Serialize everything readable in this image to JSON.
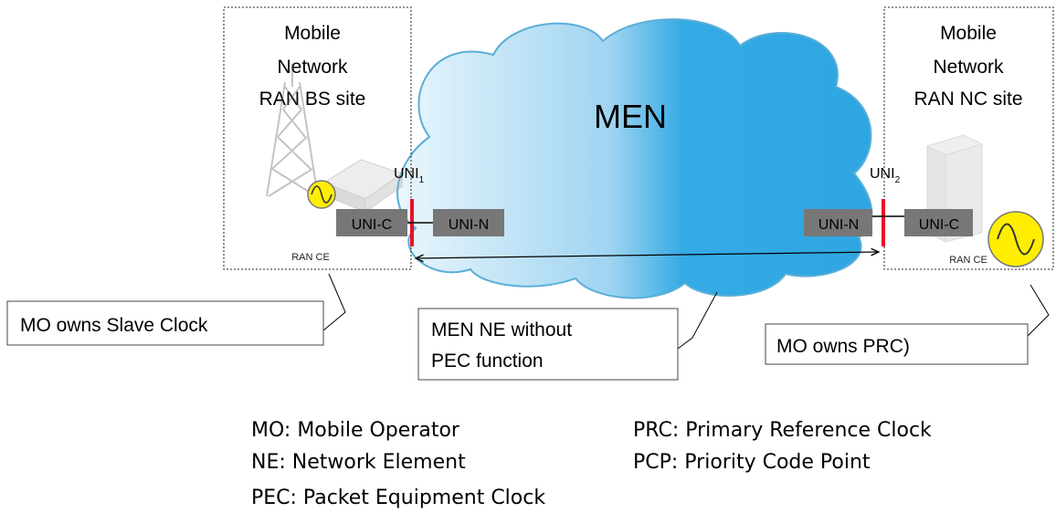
{
  "left_site": {
    "title_lines": [
      "Mobile",
      "Network",
      "RAN BS site"
    ],
    "ce_label": "RAN CE",
    "uni_c": "UNI-C",
    "uni_label": "UNI",
    "uni_sub": "1"
  },
  "right_site": {
    "title_lines": [
      "Mobile",
      "Network",
      "RAN NC site"
    ],
    "ce_label": "RAN CE",
    "uni_c": "UNI-C",
    "uni_label": "UNI",
    "uni_sub": "2"
  },
  "cloud": {
    "label": "MEN",
    "uni_n_left": "UNI-N",
    "uni_n_right": "UNI-N"
  },
  "callouts": {
    "slave": "MO owns Slave Clock",
    "men_ne_lines": [
      "MEN NE without",
      "PEC function"
    ],
    "prc": "MO owns  PRC)"
  },
  "legend": {
    "col1": [
      "MO: Mobile Operator",
      "NE: Network Element",
      "PEC: Packet Equipment Clock"
    ],
    "col2": [
      "PRC: Primary Reference Clock",
      "PCP: Priority Code Point"
    ]
  },
  "colors": {
    "cloud_light": "#eaf6fc",
    "cloud_dark": "#2fa9e4",
    "uni_box": "#777777",
    "uni_marker": "#e8102a",
    "clock_fill": "#ffee00"
  }
}
